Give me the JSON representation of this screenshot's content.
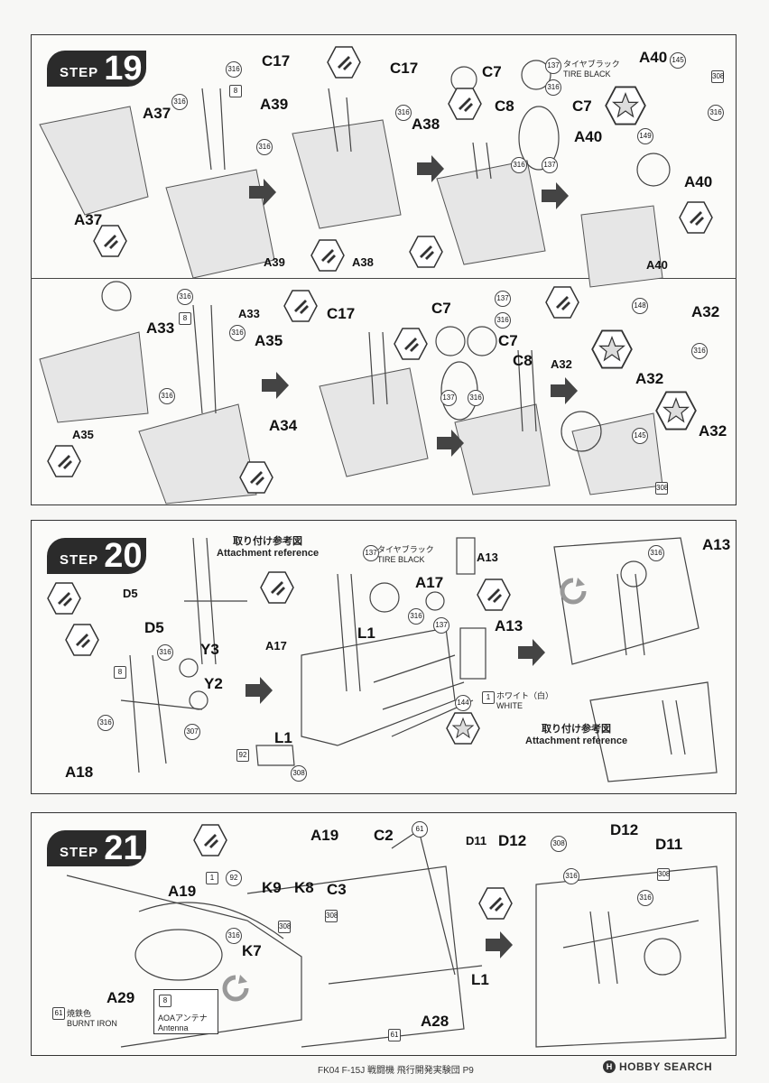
{
  "footer": {
    "page_title": "FK04 F-15J 戦闘機 飛行開発実験団 P9",
    "brand": "HOBBY SEARCH",
    "brand_icon": "h-logo-icon"
  },
  "step_word": "STEP",
  "steps": {
    "s19": {
      "number": "19",
      "labels": [
        "C17",
        "C17",
        "A37",
        "A39",
        "A38",
        "C7",
        "C8",
        "C7",
        "A40",
        "A40",
        "A40",
        "A37",
        "A39",
        "A38",
        "A40",
        "A33",
        "A35",
        "C17",
        "C7",
        "C7",
        "C8",
        "A32",
        "A32",
        "A32",
        "A32",
        "A35",
        "A34",
        "A33"
      ],
      "paints": [
        "316",
        "8",
        "316",
        "316",
        "316",
        "137",
        "316",
        "316",
        "137",
        "145",
        "308",
        "316",
        "149",
        "316",
        "8",
        "316",
        "316",
        "137",
        "316",
        "137",
        "316",
        "148",
        "316",
        "145",
        "308"
      ],
      "tire_black_jp": "タイヤブラック",
      "tire_black_en": "TIRE BLACK"
    },
    "s20": {
      "number": "20",
      "labels": [
        "D5",
        "D5",
        "Y3",
        "Y2",
        "A18",
        "A17",
        "A17",
        "L1",
        "L1",
        "A13",
        "A13"
      ],
      "paints": [
        "316",
        "8",
        "316",
        "307",
        "137",
        "316",
        "137",
        "92",
        "308",
        "144",
        "1",
        "316"
      ],
      "ref_jp": "取り付け参考図",
      "ref_en": "Attachment reference",
      "tire_black_jp": "タイヤブラック",
      "tire_black_en": "TIRE BLACK",
      "white_jp": "ホワイト（白）",
      "white_en": "WHITE"
    },
    "s21": {
      "number": "21",
      "labels": [
        "A19",
        "C2",
        "D11",
        "D12",
        "D12",
        "D11",
        "A19",
        "K9",
        "K8",
        "C3",
        "K7",
        "A29",
        "A28",
        "L1"
      ],
      "paints": [
        "61",
        "1",
        "92",
        "316",
        "308",
        "308",
        "308",
        "316",
        "308",
        "316",
        "61",
        "8",
        "61"
      ],
      "burnt_iron_jp": "焼鉄色",
      "burnt_iron_en": "BURNT IRON",
      "aoa_jp": "AOAアンテナ",
      "aoa_en": "Antenna"
    }
  }
}
